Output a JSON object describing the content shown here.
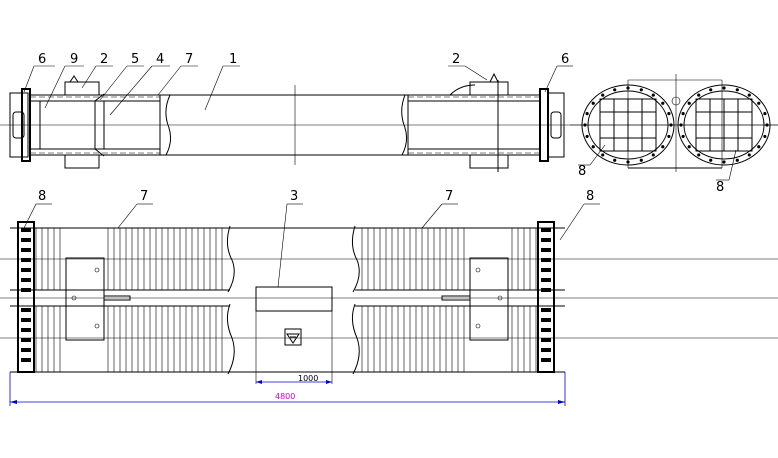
{
  "callouts": {
    "c1": "1",
    "c2a": "2",
    "c2b": "2",
    "c3": "3",
    "c4": "4",
    "c5": "5",
    "c6a": "6",
    "c6b": "6",
    "c7a": "7",
    "c7b": "7",
    "c7c": "7",
    "c8a": "8",
    "c8b": "8",
    "c8c": "8",
    "c8d": "8",
    "c9": "9"
  },
  "dimensions": {
    "pit_width": "1000",
    "overall_length": "4800"
  },
  "colors": {
    "line": "#000000",
    "overall_dim": "#cc00cc",
    "dim_line": "#0000cc"
  }
}
